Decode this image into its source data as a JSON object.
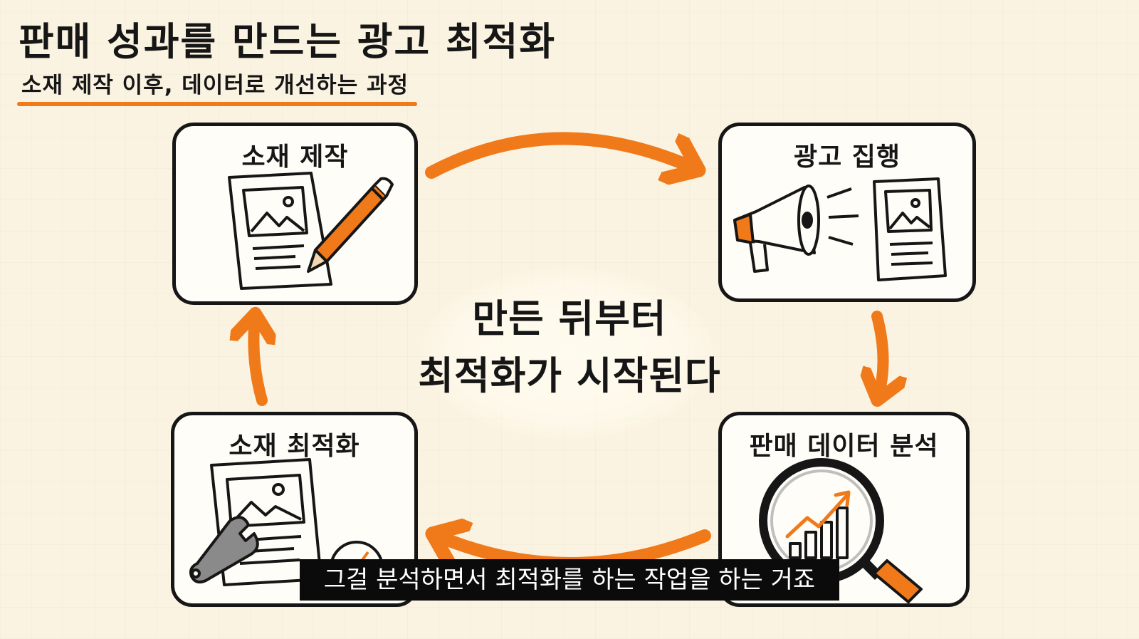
{
  "header": {
    "title": "판매 성과를 만드는 광고 최적화",
    "subtitle": "소재 제작 이후, 데이터로 개선하는 과정"
  },
  "cycle": {
    "steps": [
      {
        "label": "소재 제작",
        "icon": "document-pencil-icon"
      },
      {
        "label": "광고 집행",
        "icon": "megaphone-icon"
      },
      {
        "label": "판매 데이터 분석",
        "icon": "magnifier-chart-icon"
      },
      {
        "label": "소재 최적화",
        "icon": "document-wrench-icon"
      }
    ],
    "center_lines": [
      "만든 뒤부터",
      "최적화가 시작된다"
    ]
  },
  "subtitle_caption": "그걸 분석하면서 최적화를 하는 작업을 하는 거죠",
  "colors": {
    "accent": "#f07a1a",
    "ink": "#161616",
    "background": "#fbf3e1",
    "card": "#fffdf7",
    "caption_bg": "#0b0b0b"
  }
}
